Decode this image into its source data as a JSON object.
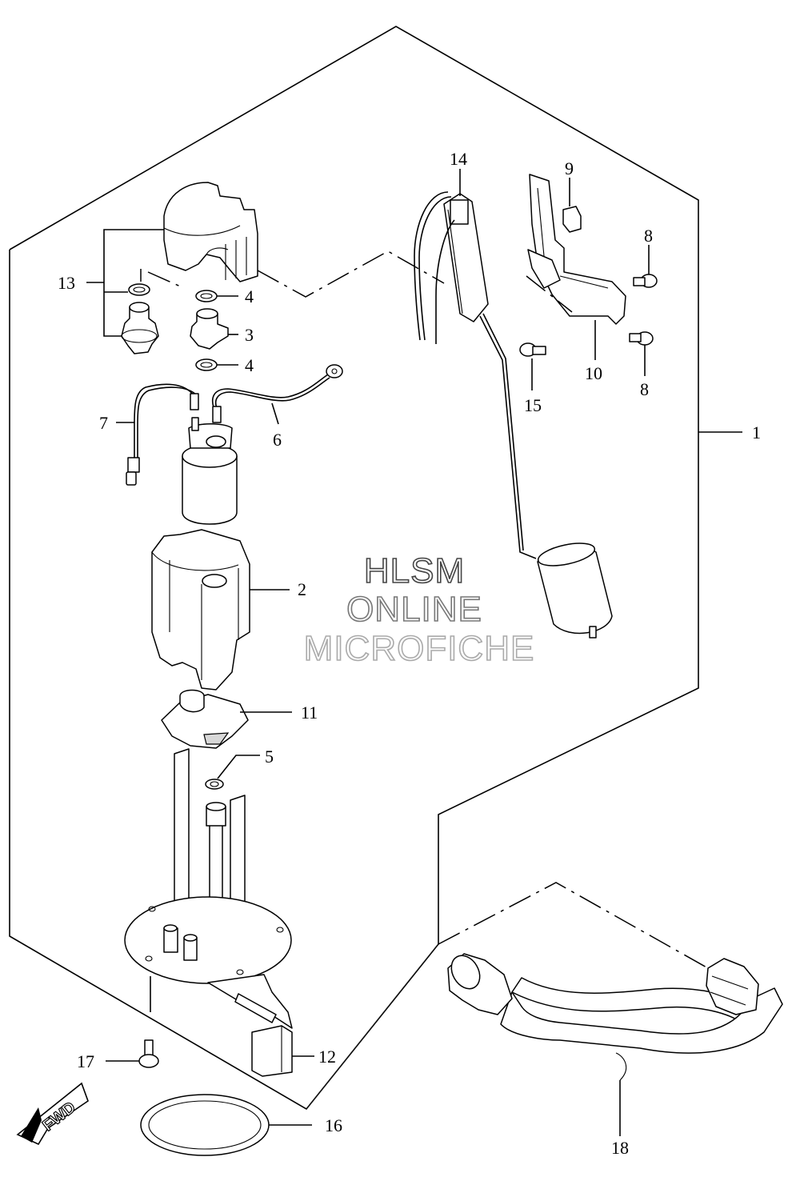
{
  "watermark": {
    "line1": "HLSM",
    "line2": "ONLINE",
    "line3": "MICROFICHE",
    "color1": "#444444",
    "color2": "#777777",
    "color3": "#aaaaaa"
  },
  "fwd_label": "FWD",
  "callouts": {
    "c1": "1",
    "c2": "2",
    "c3": "3",
    "c4a": "4",
    "c4b": "4",
    "c5": "5",
    "c6": "6",
    "c7": "7",
    "c8a": "8",
    "c8b": "8",
    "c9": "9",
    "c10": "10",
    "c11": "11",
    "c12": "12",
    "c13": "13",
    "c14": "14",
    "c15": "15",
    "c16": "16",
    "c17": "17",
    "c18": "18"
  }
}
